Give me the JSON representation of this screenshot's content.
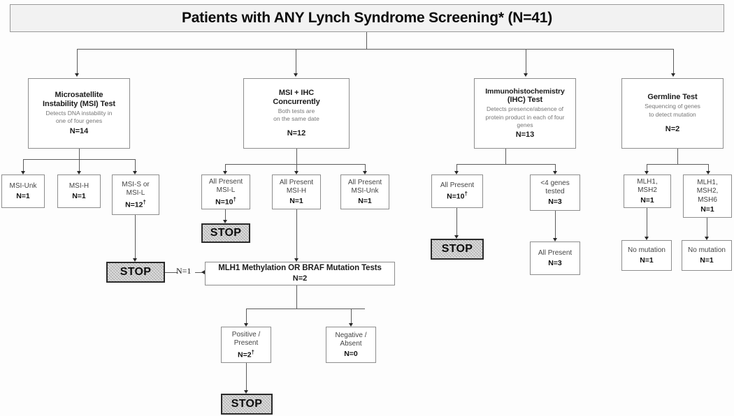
{
  "header": {
    "title": "Patients with ANY Lynch Syndrome Screening* (N=41)"
  },
  "labels": {
    "stop": "STOP",
    "edge_n1": "N=1"
  },
  "tests": [
    {
      "key": "msi",
      "title_line1": "Microsatellite",
      "title_line2": "Instability (MSI) Test",
      "sub_line1": "Detects DNA instability in",
      "sub_line2": "one of four genes",
      "n": "N=14"
    },
    {
      "key": "msi_ihc",
      "title_line1": "MSI + IHC",
      "title_line2": "Concurrently",
      "sub_line1": "Both tests are",
      "sub_line2": "on the same date",
      "n": "N=12"
    },
    {
      "key": "ihc",
      "title_line1": "Immunohistochemistry",
      "title_line2": "(IHC) Test",
      "sub_line1": "Detects presence/absence of",
      "sub_line2": "protein product in each of four",
      "sub_line3": "genes",
      "n": "N=13"
    },
    {
      "key": "germline",
      "title_line1": "Germline Test",
      "sub_line1": "Sequencing of genes",
      "sub_line2": "to detect mutation",
      "n": "N=2"
    }
  ],
  "msi_children": [
    {
      "line1": "MSI-Unk",
      "n": "N=1"
    },
    {
      "line1": "MSI-H",
      "n": "N=1"
    },
    {
      "line1": "MSI-S or",
      "line2": "MSI-L",
      "n": "N=12",
      "dagger": "†"
    }
  ],
  "msi_ihc_children": [
    {
      "line1": "All Present",
      "line2": "MSI-L",
      "n": "N=10",
      "dagger": "†"
    },
    {
      "line1": "All Present",
      "line2": "MSI-H",
      "n": "N=1"
    },
    {
      "line1": "All Present",
      "line2": "MSI-Unk",
      "n": "N=1"
    }
  ],
  "ihc_children": [
    {
      "line1": "All Present",
      "n": "N=10",
      "dagger": "†"
    },
    {
      "line1": "<4 genes",
      "line2": "tested",
      "n": "N=3"
    }
  ],
  "ihc_grandchild": {
    "line1": "All Present",
    "n": "N=3"
  },
  "germline_children": [
    {
      "line1": "MLH1,",
      "line2": "MSH2",
      "n": "N=1"
    },
    {
      "line1": "MLH1,",
      "line2": "MSH2,",
      "line3": "MSH6",
      "n": "N=1"
    }
  ],
  "germline_grandchildren": [
    {
      "line1": "No mutation",
      "n": "N=1"
    },
    {
      "line1": "No mutation",
      "n": "N=1"
    }
  ],
  "reflex_test": {
    "title": "MLH1 Methylation OR  BRAF Mutation Tests",
    "n": "N=2"
  },
  "reflex_results": [
    {
      "line1": "Positive /",
      "line2": "Present",
      "n": "N=2",
      "dagger": "†"
    },
    {
      "line1": "Negative /",
      "line2": "Absent",
      "n": "N=0"
    }
  ],
  "colors": {
    "stop_fill": "#c9c9c9",
    "stop_border": "#2b2b2b",
    "header_fill": "#f2f2f2",
    "box_border": "#8d8d8d",
    "line": "#5c5c5c"
  }
}
